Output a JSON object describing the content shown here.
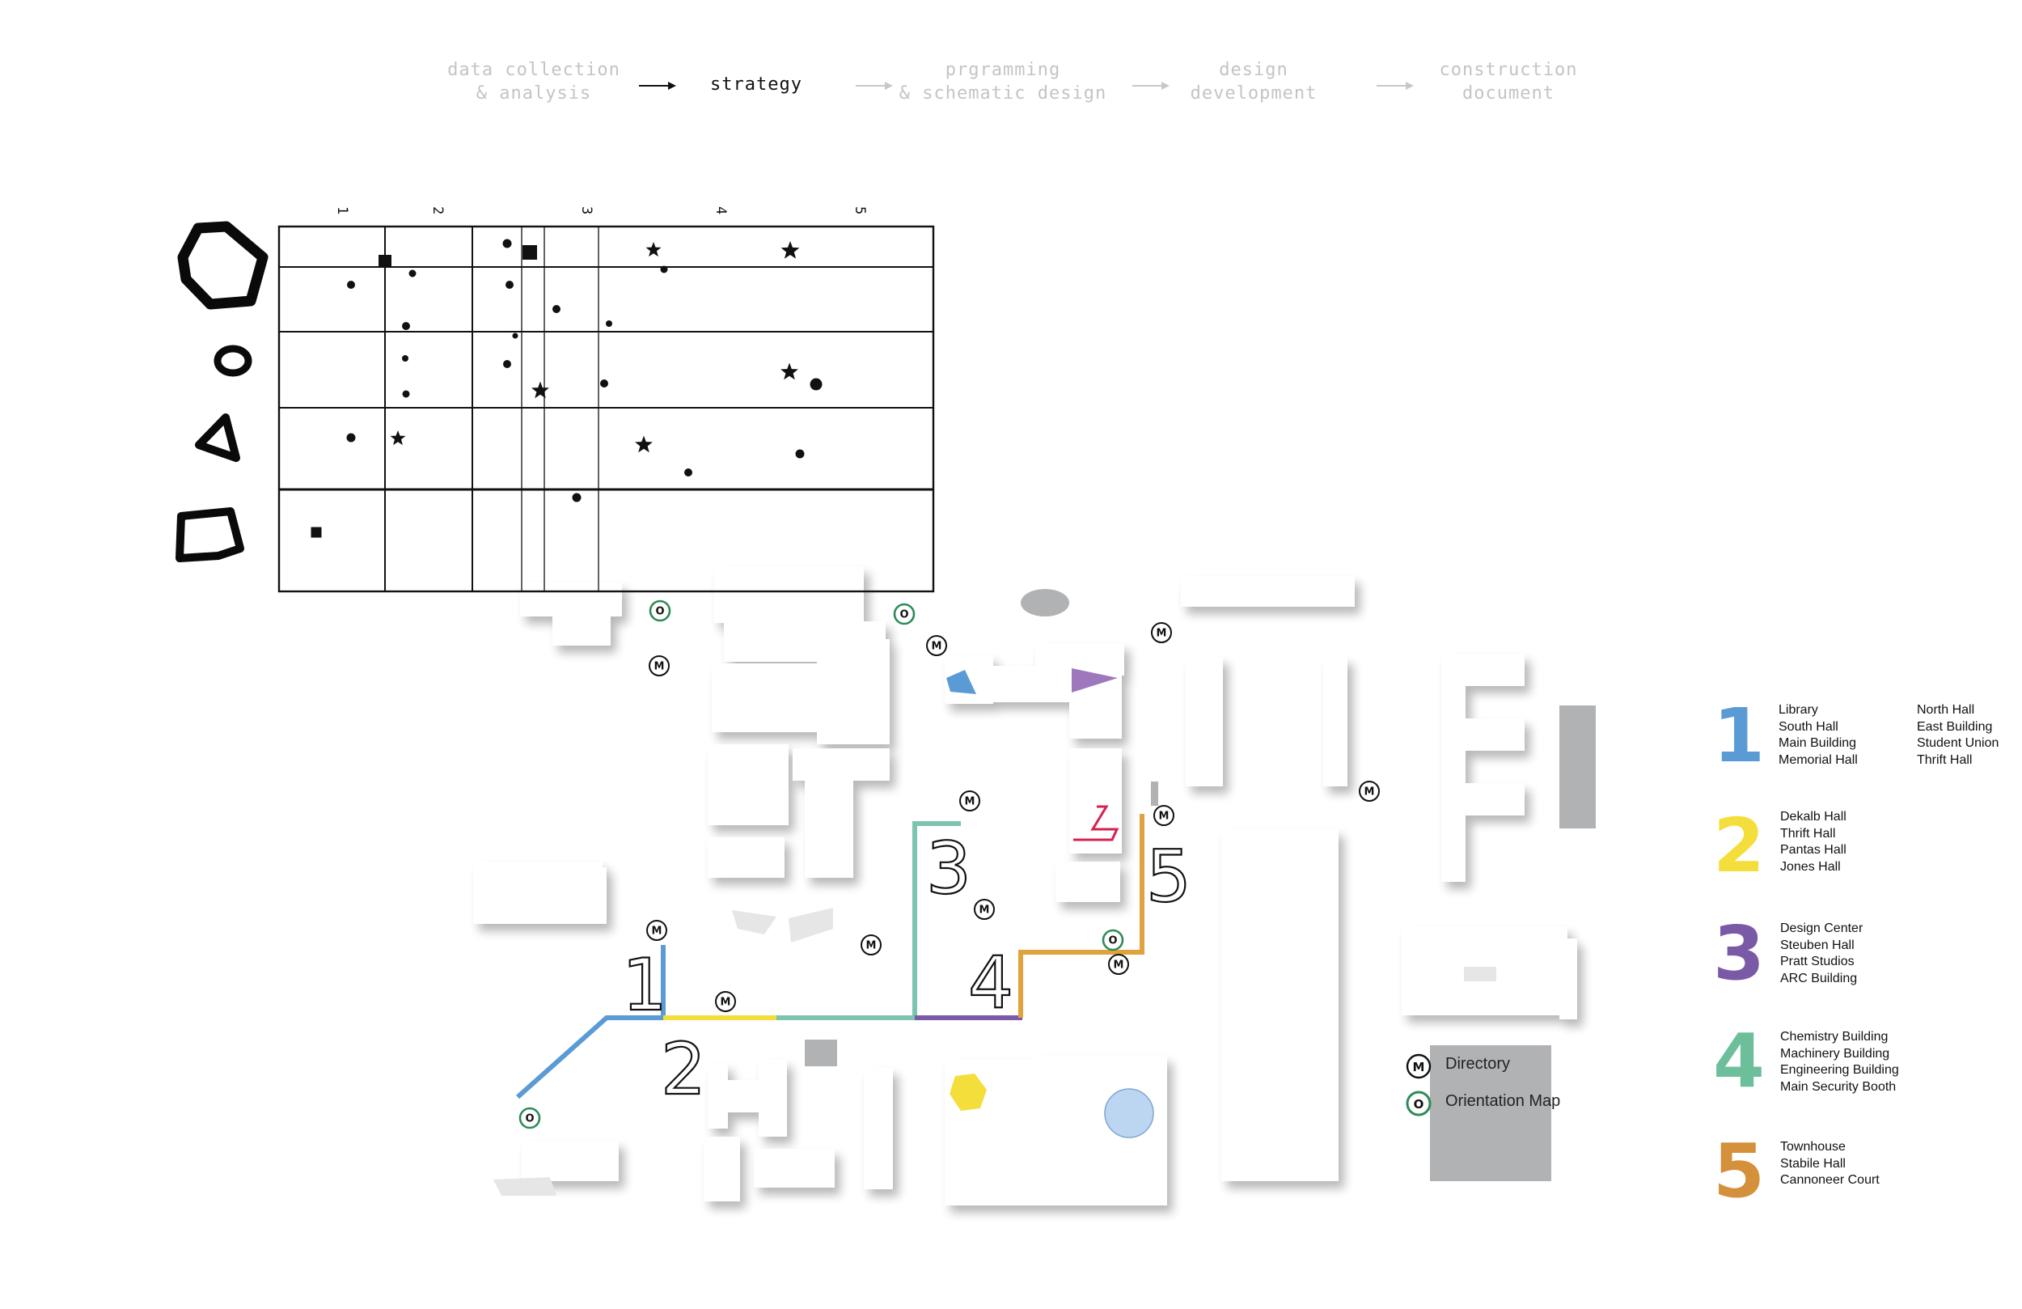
{
  "process": {
    "steps": [
      {
        "line1": "data collection",
        "line2": "& analysis",
        "active": false
      },
      {
        "line1": "strategy",
        "line2": "",
        "active": true
      },
      {
        "line1": "prgramming",
        "line2": "& schematic design",
        "active": false
      },
      {
        "line1": "design",
        "line2": "development",
        "active": false
      },
      {
        "line1": "construction",
        "line2": "document",
        "active": false
      }
    ]
  },
  "matrix": {
    "column_labels": [
      "1",
      "2",
      "3",
      "4",
      "5"
    ]
  },
  "map": {
    "route_numbers": [
      "1",
      "2",
      "3",
      "4",
      "5"
    ]
  },
  "key": {
    "directory_symbol": "M",
    "directory_label": "Directory",
    "orientation_symbol": "O",
    "orientation_label": "Orientation Map"
  },
  "zones": [
    {
      "number": "1",
      "color": "#5b9bd5",
      "buildings": [
        "Library",
        "South Hall",
        "Main Building",
        "Memorial Hall"
      ],
      "buildings_b": [
        "North Hall",
        "East Building",
        "Student Union",
        "Thrift Hall"
      ]
    },
    {
      "number": "2",
      "color": "#f4de3c",
      "buildings": [
        "Dekalb Hall",
        "Thrift Hall",
        "Pantas Hall",
        "Jones Hall"
      ],
      "buildings_b": []
    },
    {
      "number": "3",
      "color": "#7a5aa6",
      "buildings": [
        "Design Center",
        "Steuben Hall",
        "Pratt Studios",
        "ARC Building"
      ],
      "buildings_b": []
    },
    {
      "number": "4",
      "color": "#6dbf9b",
      "buildings": [
        "Chemistry Building",
        "Machinery Building",
        "Engineering Building",
        "Main Security Booth"
      ],
      "buildings_b": []
    },
    {
      "number": "5",
      "color": "#d4903a",
      "buildings": [
        "Townhouse",
        "Stabile Hall",
        "Cannoneer Court"
      ],
      "buildings_b": []
    }
  ],
  "colors": {
    "route_blue": "#5b9bd5",
    "route_yellow": "#f4de3c",
    "route_teal": "#7cc3b0",
    "route_purple": "#7a5aa6",
    "route_orange": "#e0a23c",
    "orientation_green": "#2e8b57",
    "marker_red": "#d6204f"
  }
}
